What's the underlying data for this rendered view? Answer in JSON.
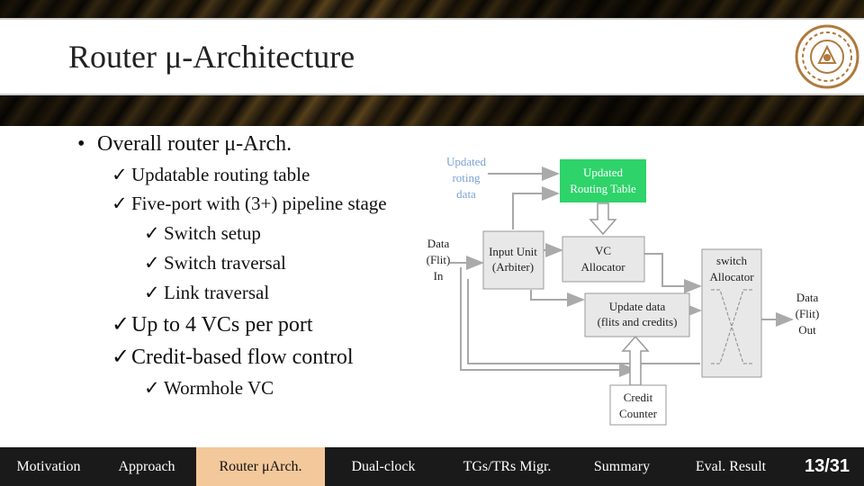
{
  "slide": {
    "title": "Router μ-Architecture",
    "page": "13/31"
  },
  "bullets": {
    "l1": "Overall router μ-Arch.",
    "l2a": "Updatable routing table",
    "l2b": "Five-port with (3+) pipeline stage",
    "l3a": "Switch setup",
    "l3b": "Switch traversal",
    "l3c": "Link traversal",
    "l2c": "Up to 4 VCs per port",
    "l2d": "Credit-based flow control",
    "l3d": "Wormhole VC",
    "mark_dot": "•",
    "mark_check": "✓"
  },
  "diagram": {
    "in_updated_1": "Updated",
    "in_updated_2": "roting",
    "in_updated_3": "data",
    "rt_1": "Updated",
    "rt_2": "Routing Table",
    "data_in_1": "Data",
    "data_in_2": "(Flit)",
    "data_in_3": "In",
    "iu_1": "Input Unit",
    "iu_2": "(Arbiter)",
    "vc_1": "VC",
    "vc_2": "Allocator",
    "sw_1": "switch",
    "sw_2": "Allocator",
    "ud_1": "Update data",
    "ud_2": "(flits and credits)",
    "data_out_1": "Data",
    "data_out_2": "(Flit)",
    "data_out_3": "Out",
    "cc_1": "Credit",
    "cc_2": "Counter",
    "colors": {
      "routing_table": "#2ed36a",
      "updated_text": "#7aa3d6",
      "box_fill": "#e8e8e8",
      "box_stroke": "#9a9a9a"
    }
  },
  "footer": {
    "tabs": [
      "Motivation",
      "Approach",
      "Router μArch.",
      "Dual-clock",
      "TGs/TRs Migr.",
      "Summary",
      "Eval. Result"
    ],
    "active": 2
  }
}
